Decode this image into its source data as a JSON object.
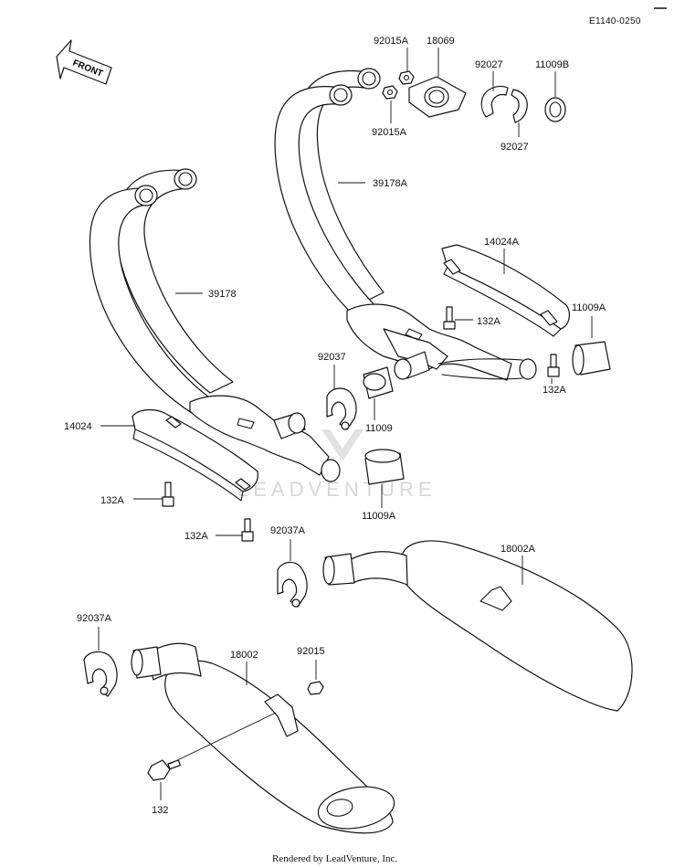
{
  "diagram": {
    "code": "E1140-0250",
    "front_label": "FRONT",
    "watermark": "LEADVENTURE",
    "credit": "Rendered by LeadVenture, Inc.",
    "labels": {
      "p92015A_top": "92015A",
      "p18069": "18069",
      "p92027_top": "92027",
      "p11009B": "11009B",
      "p92015A_bot": "92015A",
      "p92027_bot": "92027",
      "p39178A": "39178A",
      "p14024A": "14024A",
      "p39178": "39178",
      "p132A_right": "132A",
      "p11009A_right": "11009A",
      "p92037": "92037",
      "p11009": "11009",
      "p132A_right_bot": "132A",
      "p14024": "14024",
      "p132A_left": "132A",
      "p11009A_mid": "11009A",
      "p132A_left_bot": "132A",
      "p92037A_mid": "92037A",
      "p18002A": "18002A",
      "p92037A_left": "92037A",
      "p18002": "18002",
      "p92015": "92015",
      "p132": "132"
    }
  }
}
